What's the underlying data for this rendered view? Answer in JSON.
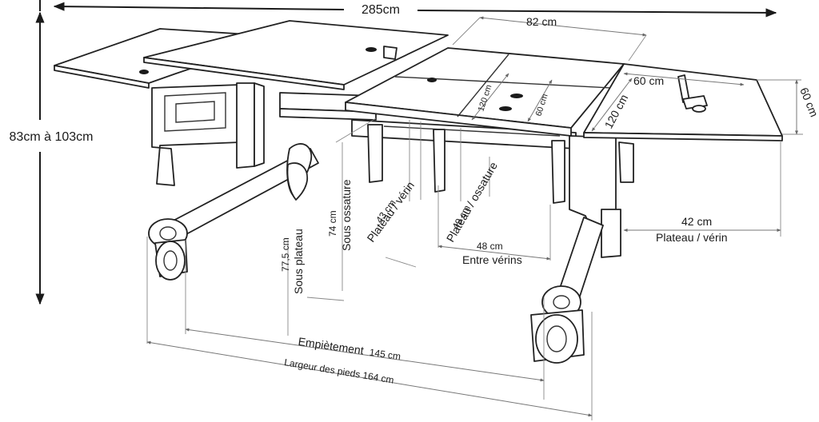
{
  "dimensions": {
    "total_length": "285cm",
    "height_range": "83cm à 103cm",
    "top_width": "82 cm",
    "side_plate_length": "60 cm",
    "side_plate_depth": "60 cm",
    "side_plate_width": "120 cm",
    "center_plate_depth": "120 cm",
    "center_plate_width": "60 cm",
    "plate_to_jack_value": "42 cm",
    "plate_to_jack_label": "Plateau / vérin",
    "plate_jack_small_value": "43 cm",
    "plate_jack_small_label": "Plateau / vérin",
    "frame_value": "49 cm",
    "frame_label": "Plateau / ossature",
    "under_frame_value": "74 cm",
    "under_frame_label": "Sous ossature",
    "under_plate_value": "77,5 cm",
    "under_plate_label": "Sous plateau",
    "between_jacks_value": "48 cm",
    "between_jacks_label": "Entre vérins",
    "footprint_label": "Empiètement",
    "footprint_value": "145 cm",
    "feet_width_label": "Largeur des pieds 164 cm"
  }
}
